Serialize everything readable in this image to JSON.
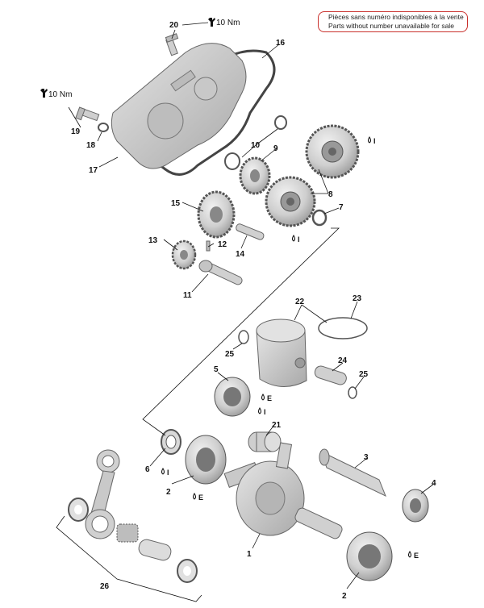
{
  "notice": {
    "line1": "Pièces sans numéro indisponibles à la vente",
    "line2": "Parts without number unavailable for sale"
  },
  "torque": {
    "bolt_20": "10 Nm",
    "bolt_19": "10 Nm"
  },
  "lube_symbols": {
    "oil": "I",
    "grease_e": "E"
  },
  "callouts": {
    "c1": "1",
    "c2a": "2",
    "c2b": "2",
    "c3": "3",
    "c4": "4",
    "c5": "5",
    "c6": "6",
    "c7": "7",
    "c8": "8",
    "c9": "9",
    "c10": "10",
    "c11": "11",
    "c12": "12",
    "c13": "13",
    "c14": "14",
    "c15": "15",
    "c16": "16",
    "c17": "17",
    "c18": "18",
    "c19": "19",
    "c20": "20",
    "c21": "21",
    "c22": "22",
    "c23": "23",
    "c24": "24",
    "c25a": "25",
    "c25b": "25",
    "c26": "26"
  },
  "colors": {
    "part_fill": "#d9d9d9",
    "part_dark": "#a8a8a8",
    "notice_border": "#c9302c"
  }
}
